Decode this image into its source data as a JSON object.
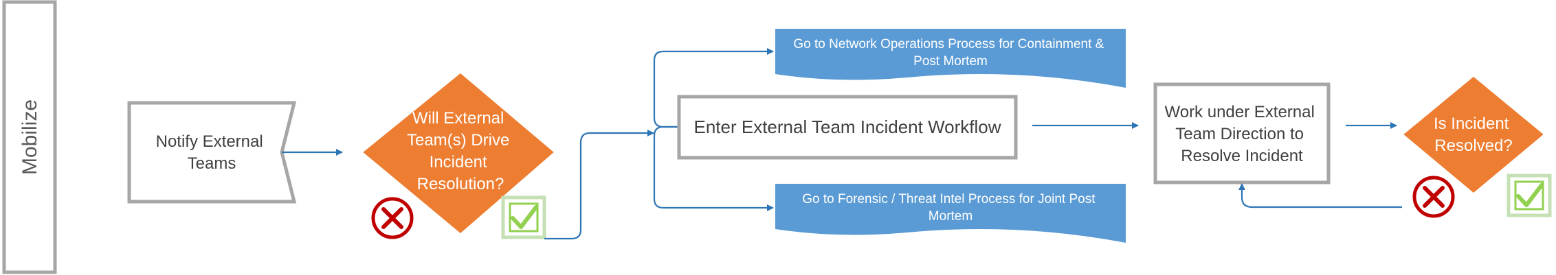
{
  "lane": {
    "title": "Mobilize"
  },
  "steps": {
    "notify": {
      "line1": "Notify External",
      "line2": "Teams"
    },
    "decision_drive": {
      "line1": "Will External",
      "line2": "Team(s) Drive",
      "line3": "Incident",
      "line4": "Resolution?"
    },
    "enter_workflow": {
      "label": "Enter External Team Incident Workflow"
    },
    "network_ops": {
      "line1": "Go to Network Operations Process for Containment &",
      "line2": "Post Mortem"
    },
    "forensic": {
      "line1": "Go to Forensic / Threat Intel Process for Joint Post",
      "line2": "Mortem"
    },
    "work_under": {
      "line1": "Work under External",
      "line2": "Team Direction to",
      "line3": "Resolve Incident"
    },
    "decision_resolved": {
      "line1": "Is Incident",
      "line2": "Resolved?"
    }
  },
  "icons": {
    "no": "x-circle-icon",
    "yes": "checkmark-icon"
  },
  "colors": {
    "decision_fill": "#ed7d31",
    "document_fill": "#5b9bd5",
    "connector": "#2e75b6",
    "box_border": "#a6a6a6",
    "no_icon": "#c00000",
    "yes_icon": "#92d050"
  }
}
